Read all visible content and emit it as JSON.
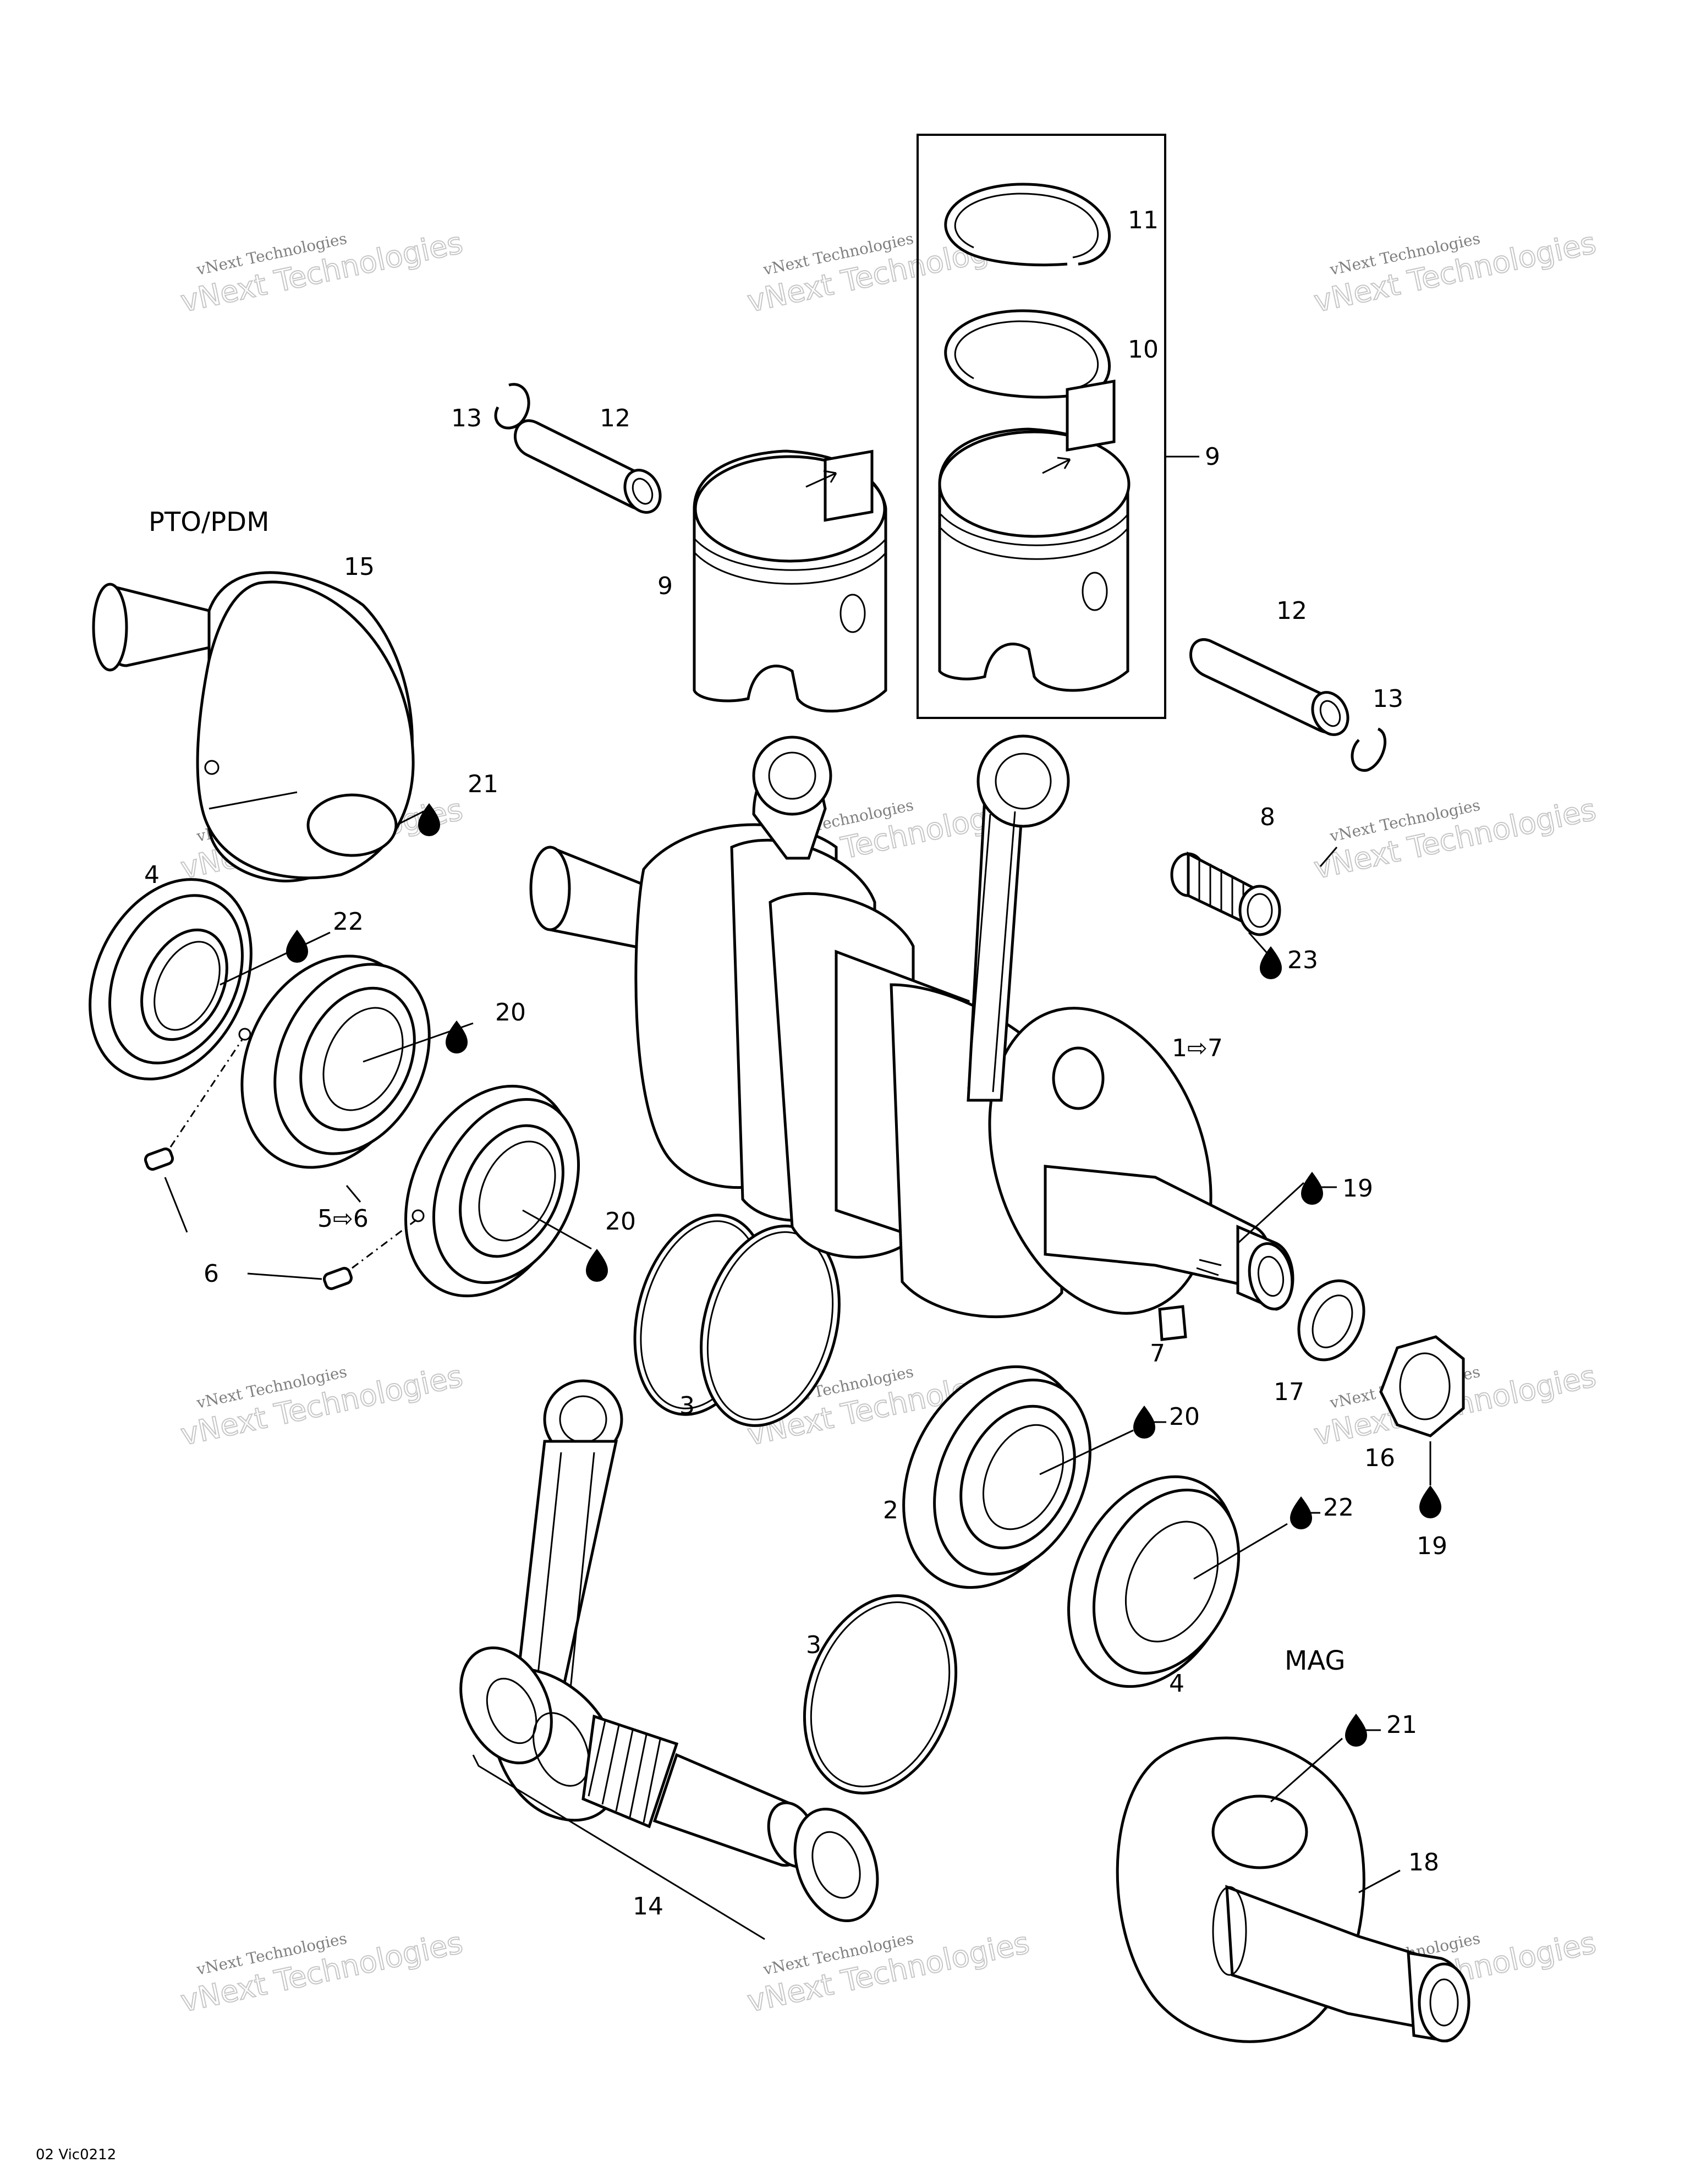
{
  "labels": {
    "l1": "1⇨7",
    "l2": "2",
    "l3a": "3",
    "l3b": "3",
    "l4a": "4",
    "l4b": "4",
    "l5": "5⇨6",
    "l6": "6",
    "l7": "7",
    "l8": "8",
    "l9a": "9",
    "l9b": "9",
    "l10": "10",
    "l11": "11",
    "l12a": "12",
    "l12b": "12",
    "l13a": "13",
    "l13b": "13",
    "l14": "14",
    "l15": "15",
    "l16": "16",
    "l17": "17",
    "l18": "18",
    "l19a": "19",
    "l19b": "19",
    "l20a": "20",
    "l20b": "20",
    "l20c": "20",
    "l21a": "21",
    "l21b": "21",
    "l22a": "22",
    "l22b": "22",
    "l23": "23"
  },
  "section_labels": {
    "pto": "PTO/PDM",
    "mag": "MAG"
  },
  "figure_code": "02 Vic0212",
  "watermark": {
    "line1": "vNext Technologies",
    "line2": "vNext Technologies"
  },
  "icons": [
    "oil-drop-icon",
    "arrow-right-icon"
  ]
}
